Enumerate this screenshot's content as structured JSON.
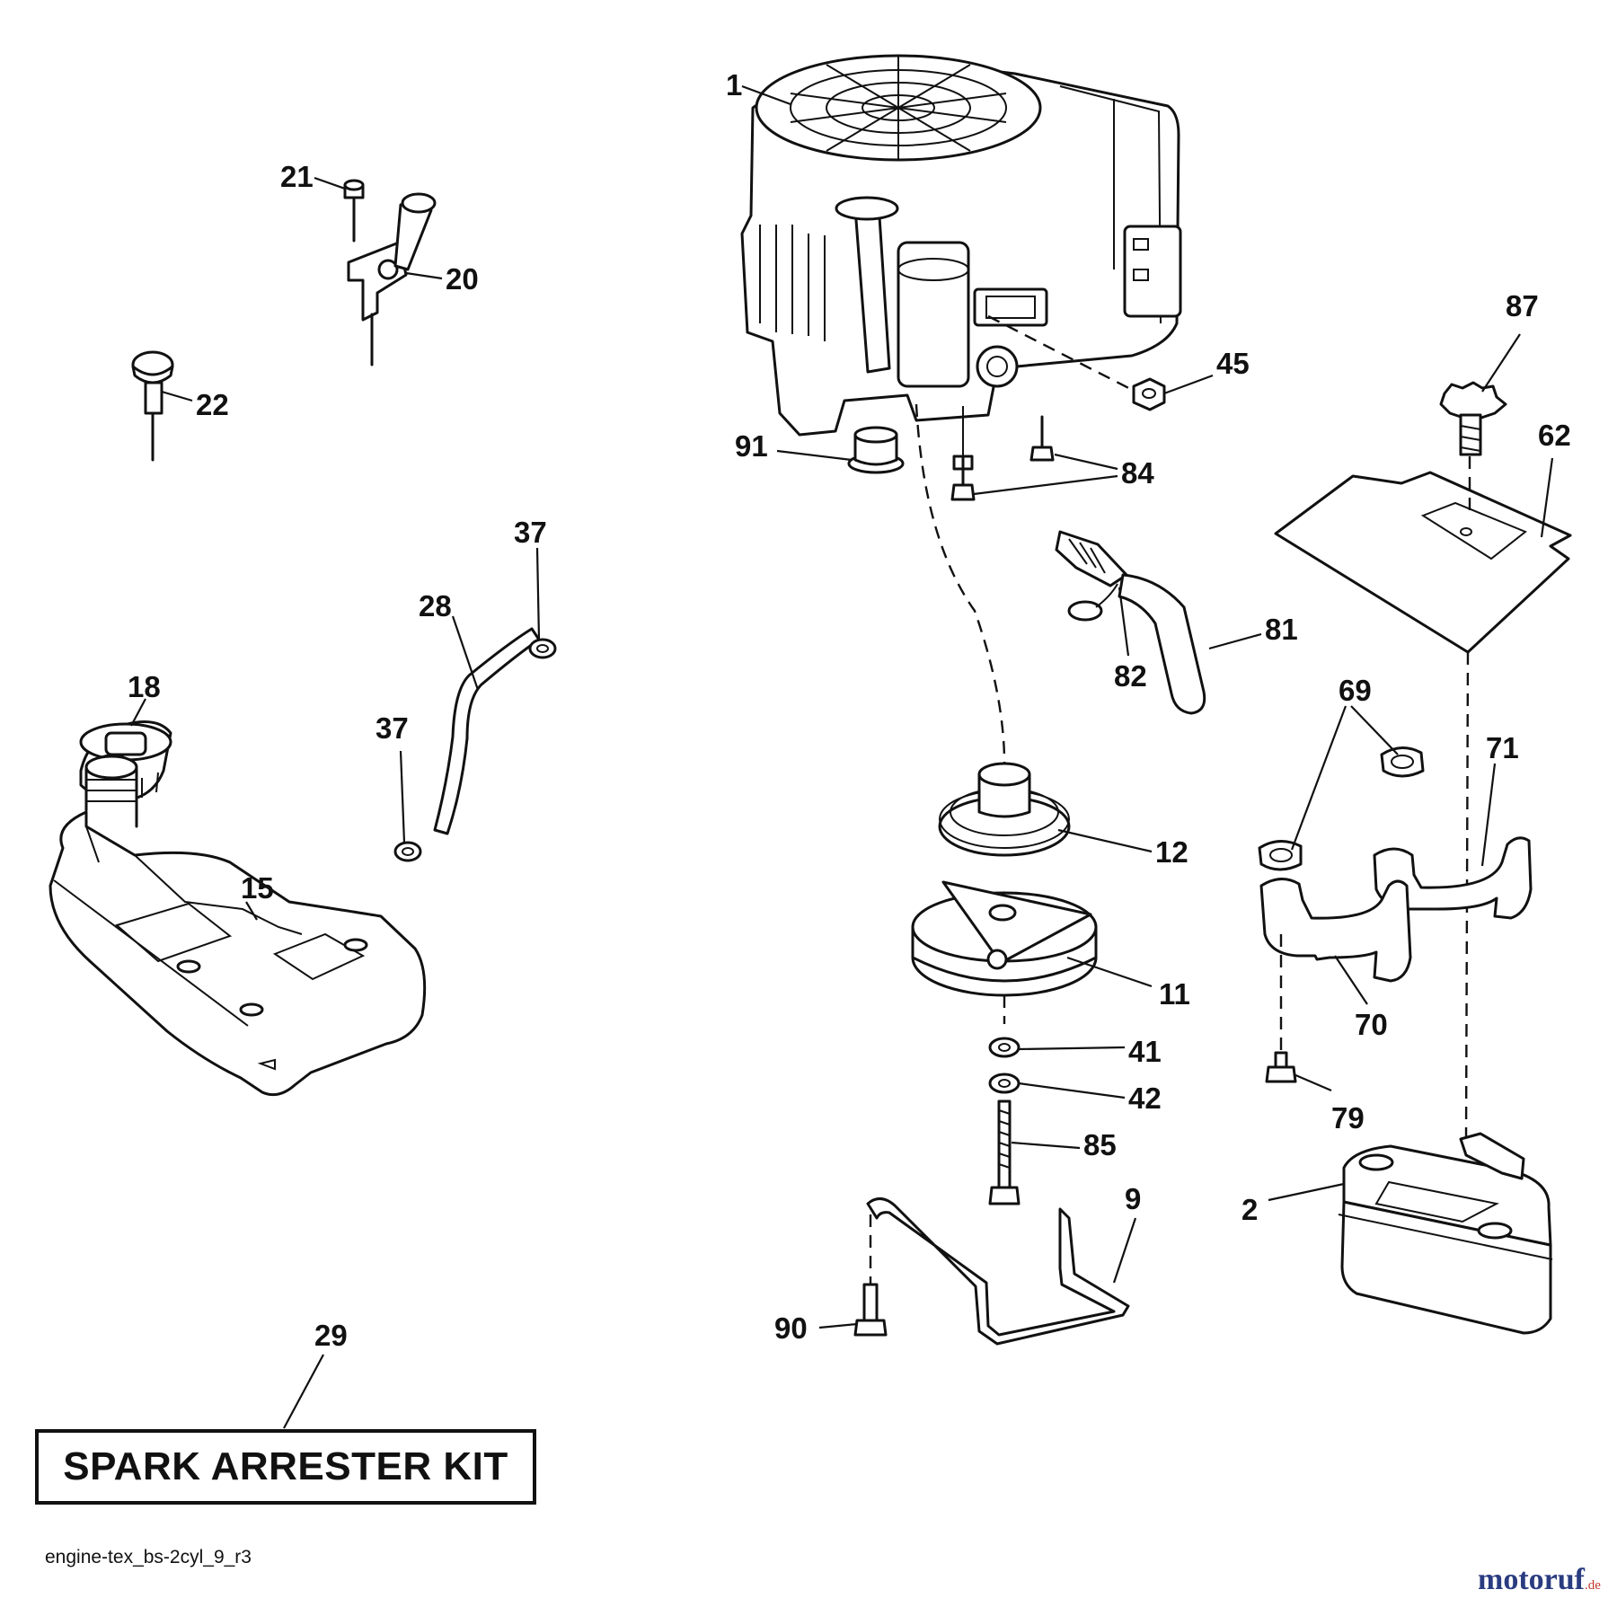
{
  "callouts": {
    "c1": "1",
    "c2": "2",
    "c9": "9",
    "c11": "11",
    "c12": "12",
    "c15": "15",
    "c18": "18",
    "c20": "20",
    "c21": "21",
    "c22": "22",
    "c28": "28",
    "c29": "29",
    "c37a": "37",
    "c37b": "37",
    "c41": "41",
    "c42": "42",
    "c45": "45",
    "c62": "62",
    "c69": "69",
    "c70": "70",
    "c71": "71",
    "c79": "79",
    "c81": "81",
    "c82": "82",
    "c84": "84",
    "c85": "85",
    "c87": "87",
    "c90": "90",
    "c91": "91"
  },
  "kit": {
    "label": "SPARK ARRESTER KIT"
  },
  "diagram_id": "engine-tex_bs-2cyl_9_r3",
  "watermark": {
    "name": "motoruf",
    "tld": ".de"
  }
}
